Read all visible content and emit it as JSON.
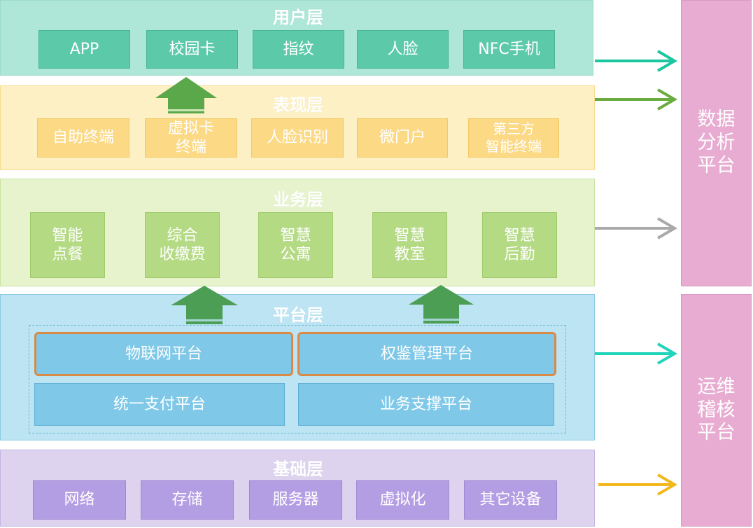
{
  "colors": {
    "user": "#aee6d7",
    "presentation": "#fdf0c4",
    "business": "#e6f3cc",
    "platform": "#bce4f2",
    "base": "#ddd3ef",
    "side": "#e8acd2"
  },
  "layers": {
    "user": {
      "title": "用户层",
      "items": [
        "APP",
        "校园卡",
        "指纹",
        "人脸",
        "NFC手机"
      ]
    },
    "presentation": {
      "title": "表现层",
      "items": [
        "自助终端",
        "虚拟卡\n终端",
        "人脸识别",
        "微门户",
        "第三方\n智能终端"
      ]
    },
    "business": {
      "title": "业务层",
      "items": [
        "智能\n点餐",
        "综合\n收缴费",
        "智慧\n公寓",
        "智慧\n教室",
        "智慧\n后勤"
      ]
    },
    "platform": {
      "title": "平台层",
      "items": [
        "物联网平台",
        "权鉴管理平台",
        "统一支付平台",
        "业务支撑平台"
      ]
    },
    "base": {
      "title": "基础层",
      "items": [
        "网络",
        "存储",
        "服务器",
        "虚拟化",
        "其它设备"
      ]
    }
  },
  "side_panels": {
    "data": "数据\n分析\n平台",
    "ops": "运维\n稽核\n平台"
  },
  "arrow_colors": [
    "#1cc69f",
    "#6aab3e",
    "#a9a9a9",
    "#23d4bc",
    "#f2b81d"
  ],
  "up_arrow_icons": [
    "up-arrow-icon",
    "up-arrow-icon",
    "up-arrow-icon"
  ]
}
